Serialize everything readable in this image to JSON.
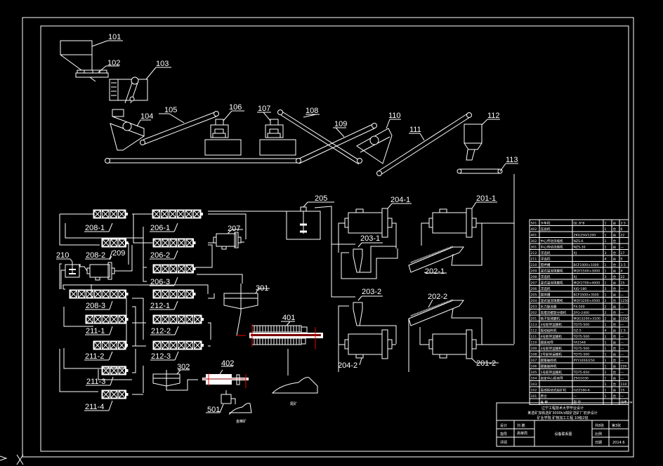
{
  "drawing": {
    "title_lines": [
      "辽宁工程技术大学毕业设计",
      "某选矿加铁选矿3000t/d铁矿选矿厂初步设计",
      "矿业学院   矿物加工工程   10级2班"
    ],
    "drawing_name": "设备联系图",
    "sheet_total": "共8张",
    "sheet_no": "第3张",
    "design_label": "设计",
    "designer": "刘 鹏",
    "advisor_label": "指导",
    "advisor": "高荣周",
    "review_label": "评阅",
    "scale_label": "比例",
    "date_label": "日期",
    "date": "2014.6"
  },
  "equipment_labels": {
    "e101": "101",
    "e102": "102",
    "e103": "103",
    "e104": "104",
    "e105": "105",
    "e106": "106",
    "e107": "107",
    "e108": "108",
    "e109": "109",
    "e110": "110",
    "e111": "111",
    "e112": "112",
    "e113": "113",
    "e201_1": "201-1",
    "e201_2": "201-2",
    "e202_1": "202-1",
    "e202_2": "202-2",
    "e203_1": "203-1",
    "e203_2": "203-2",
    "e204_1": "204-1",
    "e204_2": "204-2",
    "e205": "205",
    "e206_1": "206-1",
    "e206_2": "206-2",
    "e206_3": "206-3",
    "e207": "207",
    "e208_1": "208-1",
    "e208_2_209": "208-2",
    "e209": "209",
    "e208_3": "208-3",
    "e210": "210",
    "e211_1": "211-1",
    "e211_2": "211-2",
    "e211_3": "211-3",
    "e211_4": "211-4",
    "e212_1": "212-1",
    "e212_2": "212-2",
    "e212_3": "212-3",
    "e301": "301",
    "e302": "302",
    "e401": "401",
    "e402": "402",
    "e501": "501"
  },
  "products": {
    "tailings": "尾矿",
    "concentrate": "金精矿"
  },
  "equipment_table": {
    "rows": [
      [
        "501",
        "卡车机",
        "QL 8*8",
        "1",
        "台",
        "3.5"
      ],
      [
        "402",
        "压滤机",
        "",
        "1",
        "台",
        "6"
      ],
      [
        "401",
        "",
        "ZKG250/1200",
        "1",
        "台",
        "22"
      ],
      [
        "302",
        "中心传动浓缩机",
        "NZS-6",
        "1",
        "台",
        ""
      ],
      [
        "301",
        "中心传动浓缩机",
        "NZS-30",
        "1",
        "台",
        "—"
      ],
      [
        "212",
        "浮选机",
        "XJ",
        "3",
        "台",
        "17"
      ],
      [
        "211",
        "浮选机",
        "",
        "4",
        "台",
        "0"
      ],
      [
        "210",
        "搅拌槽",
        "BCF1000×1000",
        "1",
        "台",
        "3.5"
      ],
      [
        "209",
        "湿式溢流球磨机",
        "MQY1500×3000",
        "1",
        "台",
        "4"
      ],
      [
        "208",
        "浮选机",
        "XJ",
        "3",
        "台",
        "22"
      ],
      [
        "207",
        "湿式溢流球磨机",
        "MQY2700×4000",
        "1",
        "台",
        "15"
      ],
      [
        "206",
        "浮选机",
        "XJQ-180",
        "3",
        "台",
        "—"
      ],
      [
        "205",
        "搅拌槽",
        "BCF3500×3500",
        "1",
        "台",
        "—"
      ],
      [
        "204",
        "湿式溢流球磨机",
        "MQY3200×4500",
        "2",
        "台",
        "1250"
      ],
      [
        "203",
        "水力旋流器",
        "FX-500",
        "2",
        "台",
        "—"
      ],
      [
        "202",
        "高堰双螺旋分级机",
        "2FG-2400",
        "2",
        "台",
        "—"
      ],
      [
        "201",
        "格子型球磨机",
        "MQG3200×3100",
        "2",
        "台",
        "1250"
      ],
      [
        "113",
        "3号胶带运输机",
        "TD75-500",
        "1",
        "台",
        "—"
      ],
      [
        "112",
        "振动给料机",
        "GZ-5",
        "4",
        "台",
        "1.5"
      ],
      [
        "111",
        "4号胶带运输机",
        "TD75-500",
        "1",
        "台",
        "—"
      ],
      [
        "110",
        "圆振动筛",
        "YA1548",
        "1",
        "台",
        "—"
      ],
      [
        "109",
        "3号胶带运输机",
        "TD75-500",
        "1",
        "台",
        "—"
      ],
      [
        "108",
        "2号胶带运输机",
        "TD75-500",
        "1",
        "台",
        "—"
      ],
      [
        "107",
        "圆锥破碎机",
        "PYY1650/250",
        "1",
        "台",
        "—"
      ],
      [
        "106",
        "圆锥破碎机",
        "",
        "1",
        "台",
        "220"
      ],
      [
        "105",
        "1号胶带运输机",
        "TD75-650",
        "1",
        "台",
        "—"
      ],
      [
        "104",
        "自定中心振动筛",
        "ZSG1030",
        "1",
        "台",
        "—"
      ],
      [
        "103",
        "",
        "",
        "1",
        "台",
        "110"
      ],
      [
        "102",
        "直线振动式给矿机",
        "GZZ180-6",
        "1",
        "台",
        "15"
      ],
      [
        "101",
        "原仓",
        "—",
        "1",
        "台",
        "—"
      ]
    ],
    "header": [
      "",
      "名 称",
      "型 号",
      "",
      "",
      "功率 kw"
    ]
  },
  "cursor": {
    "icon": "crosshair-x-icon"
  }
}
